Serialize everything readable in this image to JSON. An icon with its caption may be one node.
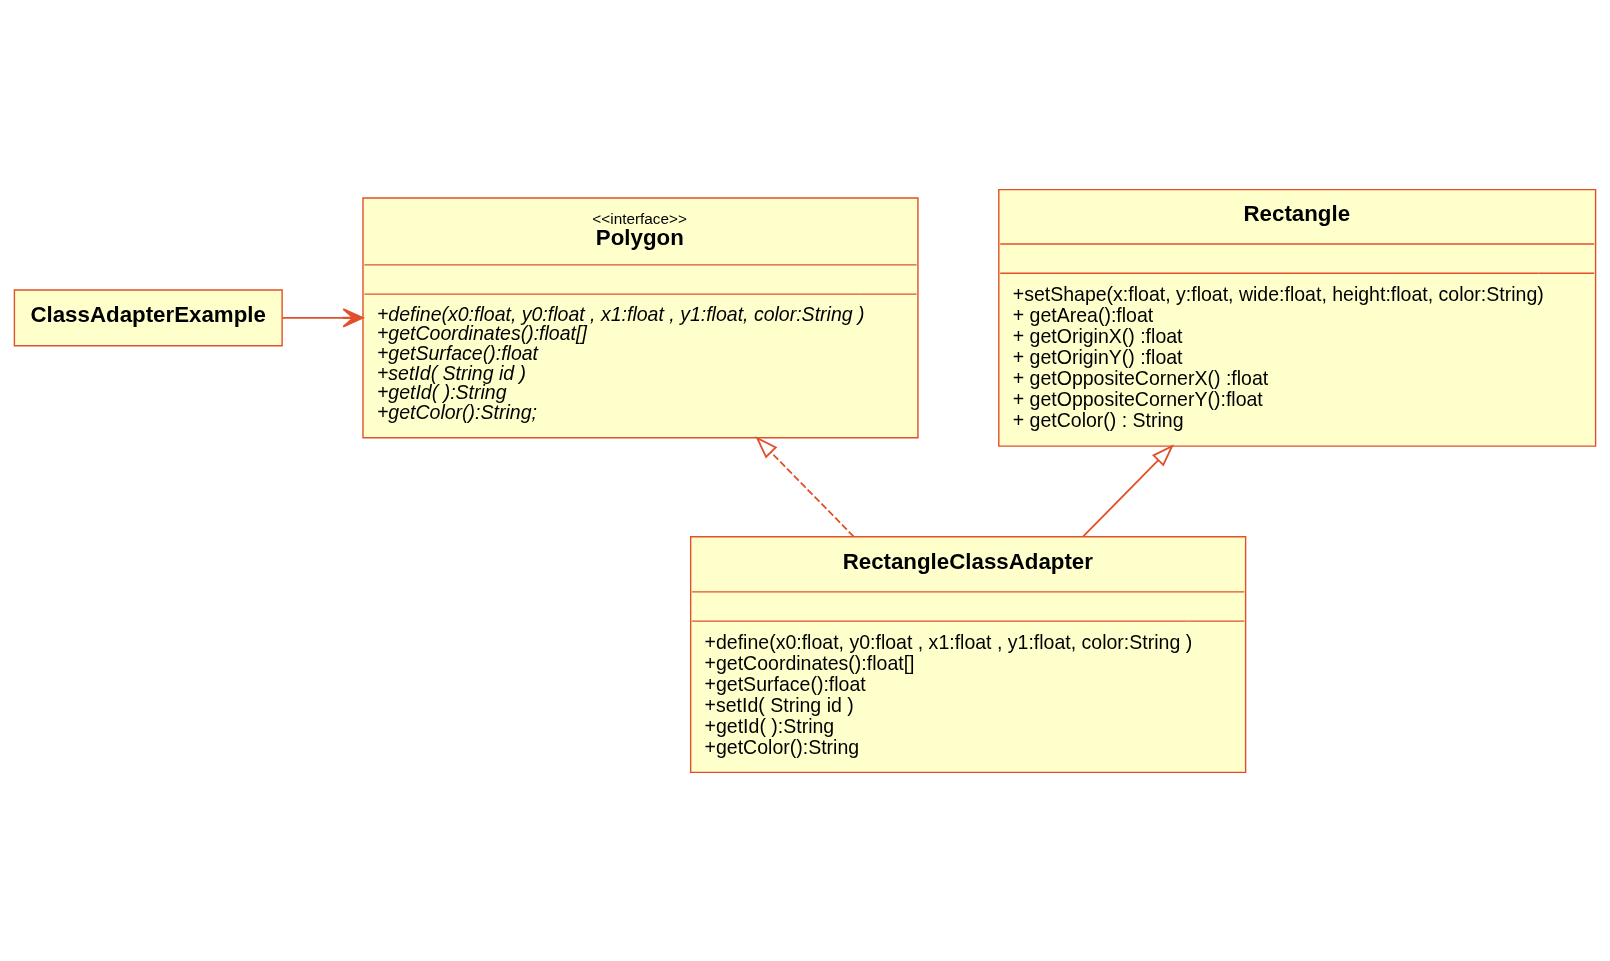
{
  "diagram": {
    "nodes": [
      {
        "text": [
          "ClassAdapterExample"
        ]
      },
      {
        "text": [
          "<<interface>>",
          "Polygon",
          "+define(x0:float, y0:float , x1:float , y1:float, color:String )",
          "+getCoordinates():float[]",
          "+getSurface():float",
          "+setId( String id )",
          "+getId( ):String",
          "+getColor():String;"
        ]
      },
      {
        "text": [
          "Rectangle",
          "+setShape(x:float, y:float, wide:float, height:float, color:String)",
          "+ getArea():float",
          "+ getOriginX() :float",
          "+ getOriginY() :float",
          "+ getOppositeCornerX() :float",
          "+ getOppositeCornerY():float",
          "+ getColor() : String"
        ]
      },
      {
        "text": [
          "RectangleClassAdapter",
          "+define(x0:float, y0:float , x1:float , y1:float, color:String )",
          "+getCoordinates():float[]",
          "+getSurface():float",
          "+setId( String id )",
          "+getId( ):String",
          "+getColor():String"
        ]
      }
    ],
    "edges": [
      {
        "from": 0,
        "to": 1,
        "arrow": "to"
      },
      {
        "from": 3,
        "to": 1,
        "arrow": "to",
        "style": "dashed"
      },
      {
        "from": 3,
        "to": 2,
        "arrow": "to"
      }
    ]
  }
}
